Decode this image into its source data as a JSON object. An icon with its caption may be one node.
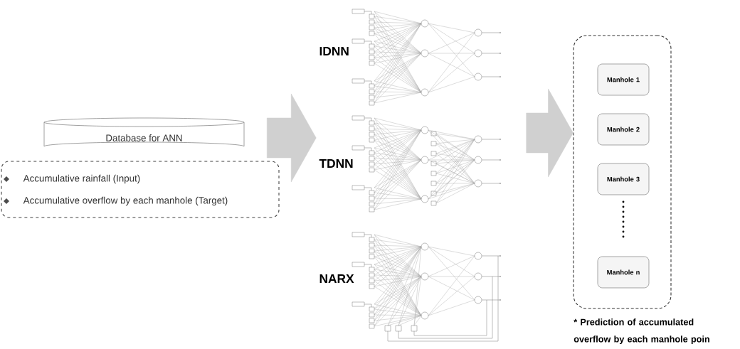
{
  "diagram": {
    "nodes": [
      {
        "text": [
          "Database for ANN"
        ]
      },
      {
        "text": [
          "Accumulative rainfall (Input)",
          "Accumulative overflow by each manhole (Target)"
        ]
      },
      {
        "text": [
          "IDNN"
        ]
      },
      {
        "text": [
          "TDNN"
        ]
      },
      {
        "text": [
          "NARX"
        ]
      },
      {
        "text": [],
        "shape": "box",
        "beside": [
          "* Prediction of accumulated overflow by each manhole poin"
        ]
      },
      {
        "text": [
          "Manhole 1"
        ],
        "in": 5
      },
      {
        "text": [
          "Manhole 2"
        ],
        "in": 5
      },
      {
        "text": [
          "Manhole 3"
        ],
        "in": 5
      },
      {
        "text": [
          "Manhole n"
        ],
        "in": 5
      }
    ],
    "edges": [
      {
        "from": 0,
        "to": 3,
        "arrow": "to"
      },
      {
        "from": 3,
        "to": 5,
        "arrow": "to"
      }
    ]
  }
}
